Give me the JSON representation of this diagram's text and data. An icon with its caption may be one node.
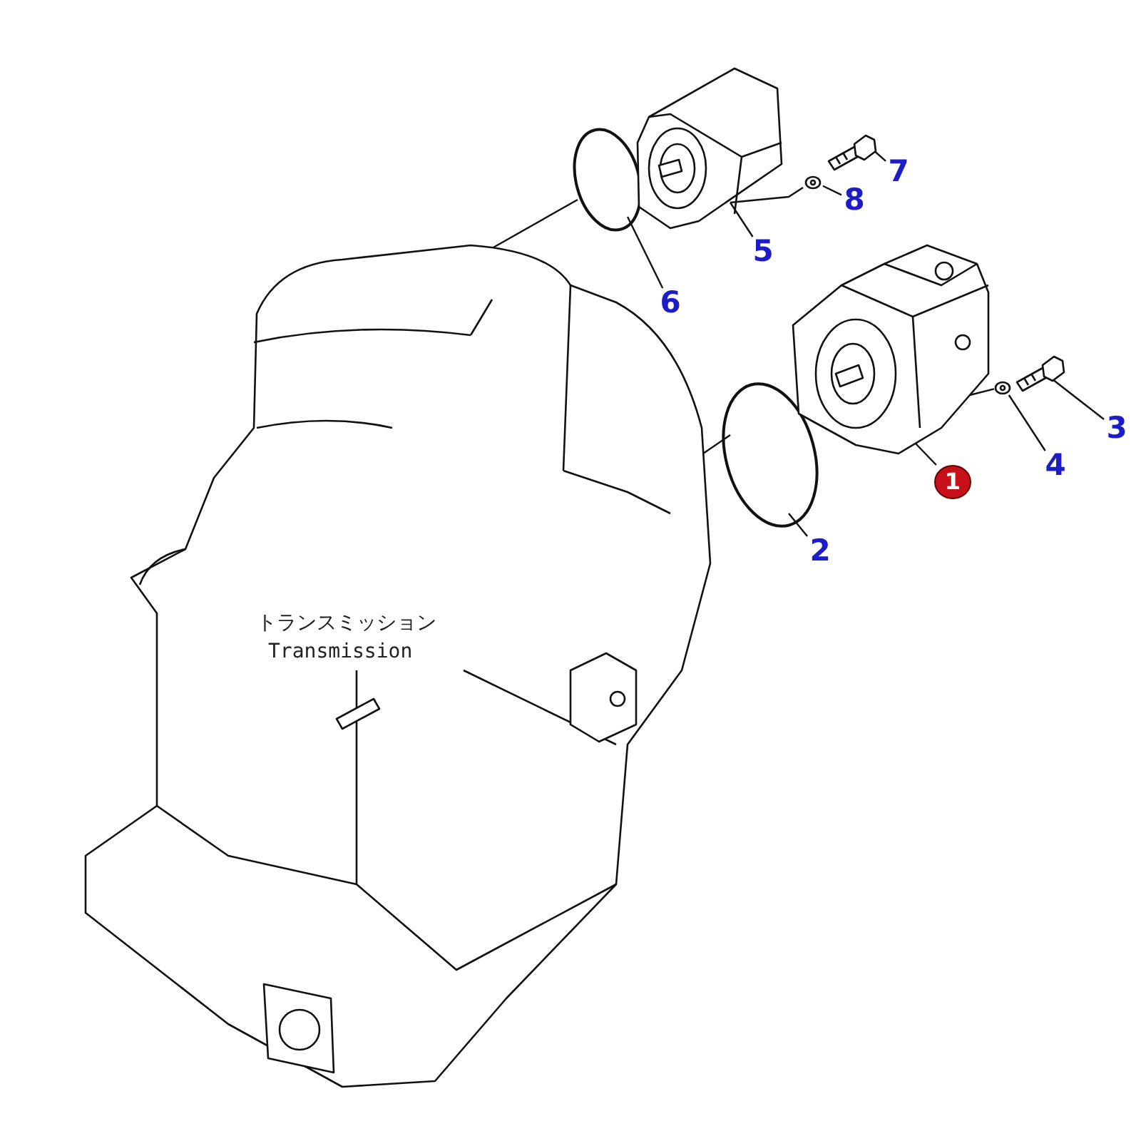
{
  "diagram": {
    "nodes": [
      {
        "text": [],
        "shape": "picture"
      },
      {
        "text": [],
        "shape": "circle"
      },
      {
        "text": [],
        "shape": "picture"
      },
      {
        "text": [],
        "shape": "picture"
      },
      {
        "text": [],
        "shape": "picture"
      },
      {
        "text": [],
        "shape": "circle"
      },
      {
        "text": [],
        "shape": "picture"
      },
      {
        "text": [],
        "shape": "picture"
      },
      {
        "text": [],
        "shape": "picture"
      },
      {
        "text": [
          "7"
        ]
      },
      {
        "text": [
          "8"
        ]
      },
      {
        "text": [
          "5"
        ]
      },
      {
        "text": [
          "6"
        ]
      },
      {
        "text": [
          "3"
        ]
      },
      {
        "text": [
          "4"
        ]
      },
      {
        "text": [
          "2"
        ]
      },
      {
        "text": [
          "1"
        ]
      }
    ],
    "edges": [
      {
        "from": 9,
        "to": 4,
        "arrow": "none"
      },
      {
        "from": 10,
        "to": 3,
        "arrow": "none"
      },
      {
        "from": 11,
        "to": 2,
        "arrow": "none"
      },
      {
        "from": 12,
        "to": 1,
        "arrow": "none"
      },
      {
        "from": 13,
        "to": 8,
        "arrow": "none"
      },
      {
        "from": 14,
        "to": 7,
        "arrow": "none"
      },
      {
        "from": 15,
        "to": 5,
        "arrow": "none"
      },
      {
        "from": 16,
        "to": 6,
        "arrow": "none"
      },
      {
        "from": 1,
        "to": 0,
        "arrow": "none"
      },
      {
        "from": 5,
        "to": 0,
        "arrow": "none"
      },
      {
        "from": 3,
        "to": 2,
        "arrow": "none"
      },
      {
        "from": 7,
        "to": 6,
        "arrow": "none"
      }
    ],
    "labels": [
      "トランスミッション",
      "Transmission"
    ]
  }
}
